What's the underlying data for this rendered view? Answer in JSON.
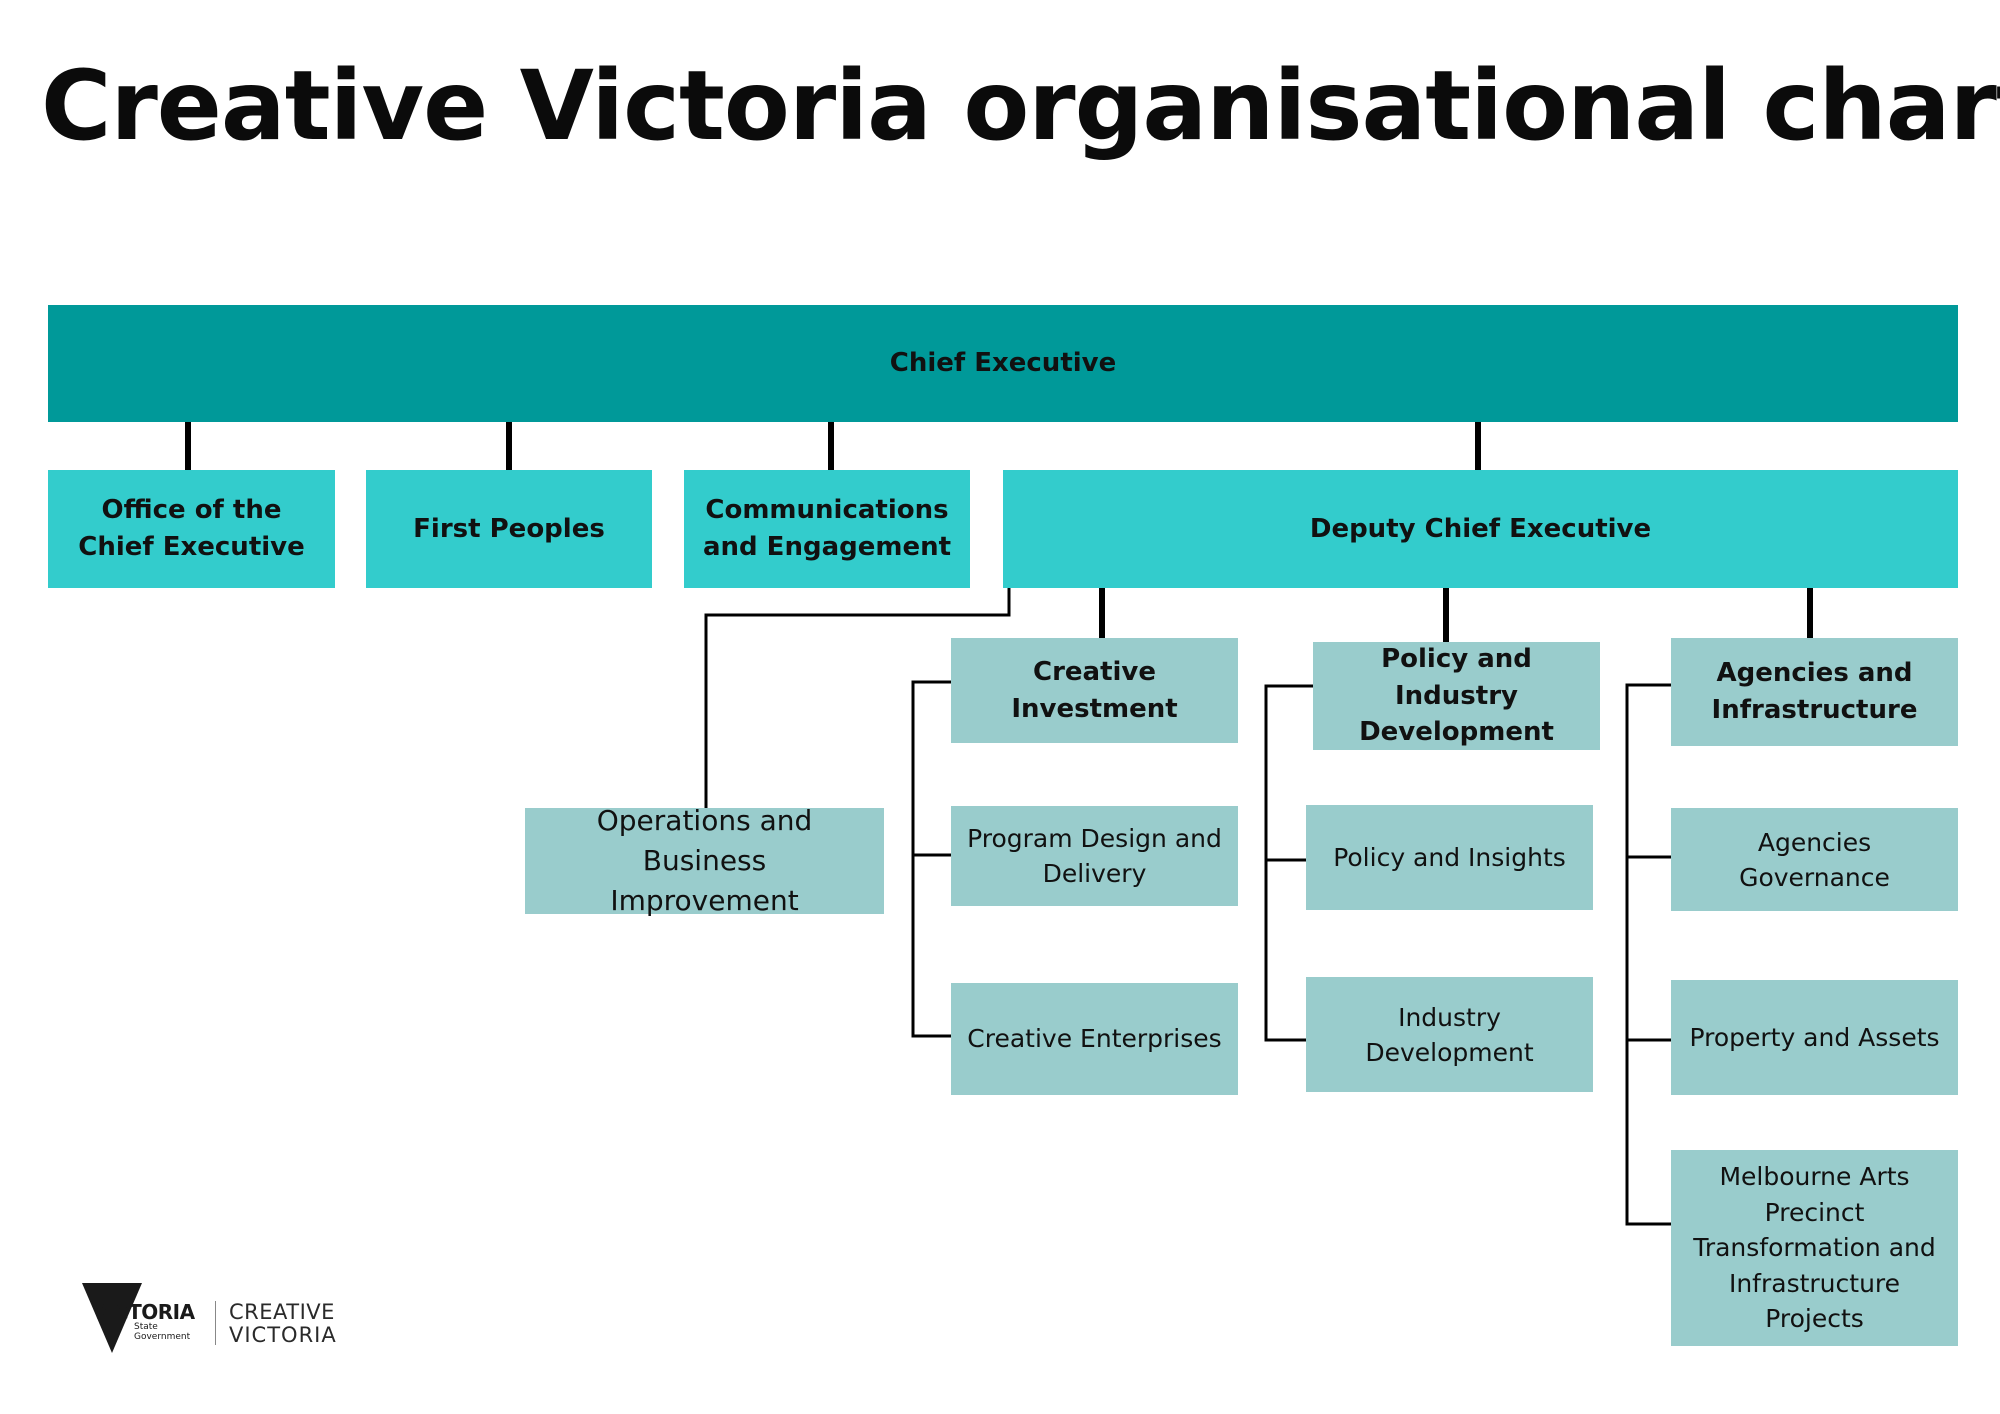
{
  "title": "Creative Victoria organisational chart",
  "chief_executive": "Chief Executive",
  "level2": {
    "office": "Office of the Chief Executive",
    "first_peoples": "First Peoples",
    "communications": "Communications and Engagement",
    "deputy": "Deputy Chief Executive"
  },
  "operations": "Operations and Business Improvement",
  "creative_investment": {
    "head": "Creative Investment",
    "children": [
      "Program Design and Delivery",
      "Creative Enterprises"
    ]
  },
  "policy_industry": {
    "head": "Policy and Industry Development",
    "children": [
      "Policy and Insights",
      "Industry Development"
    ]
  },
  "agencies_infrastructure": {
    "head": "Agencies and Infrastructure",
    "children": [
      "Agencies Governance",
      "Property and Assets",
      "Melbourne Arts Precinct Transformation and Infrastructure Projects"
    ]
  },
  "logo": {
    "victoria": "VICTORIA",
    "state": "State",
    "government": "Government",
    "creative": "CREATIVE",
    "victoria2": "VICTORIA"
  },
  "colors": {
    "chief": "#009999",
    "level2": "#33cccc",
    "units": "#99cccc",
    "connector": "#000000"
  }
}
